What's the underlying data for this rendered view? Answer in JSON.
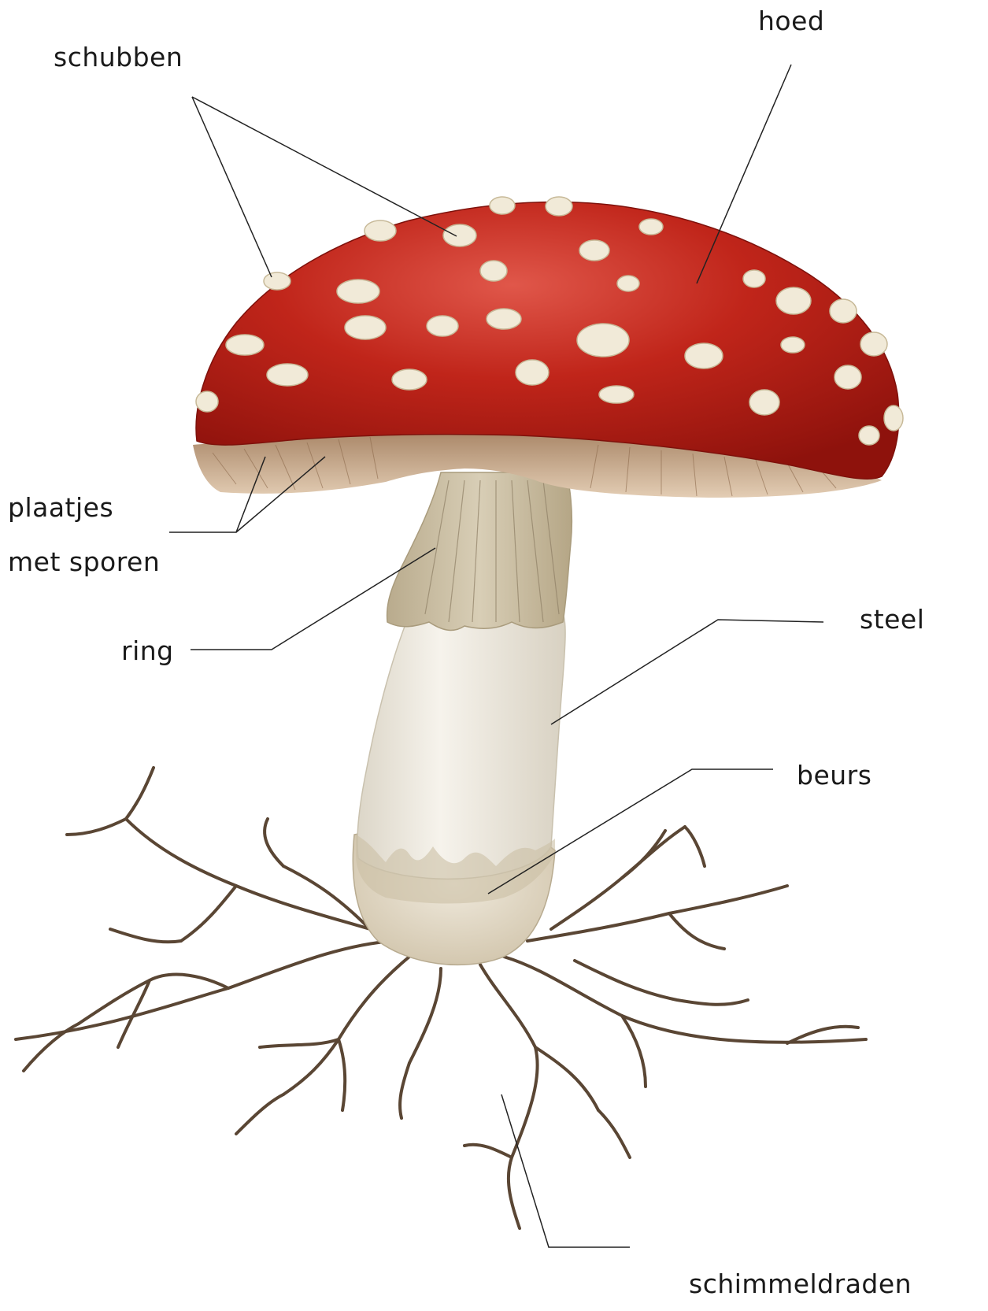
{
  "labels": {
    "schubben": "schubben",
    "hoed": "hoed",
    "plaatjes": "plaatjes",
    "met_sporen": "met sporen",
    "ring": "ring",
    "steel": "steel",
    "beurs": "beurs",
    "schimmeldraden": "schimmeldraden"
  },
  "colors": {
    "cap": "#c0251a",
    "cap_dark": "#9c1510",
    "spots": "#f1ead8",
    "gills": "#c9a98a",
    "stem": "#f0ede6",
    "ring": "#cfc3a9",
    "volva": "#e8e0d0",
    "mycelium": "#5a4634",
    "leader_lines": "#222222"
  },
  "icons": [
    "mushroom-illustration"
  ]
}
